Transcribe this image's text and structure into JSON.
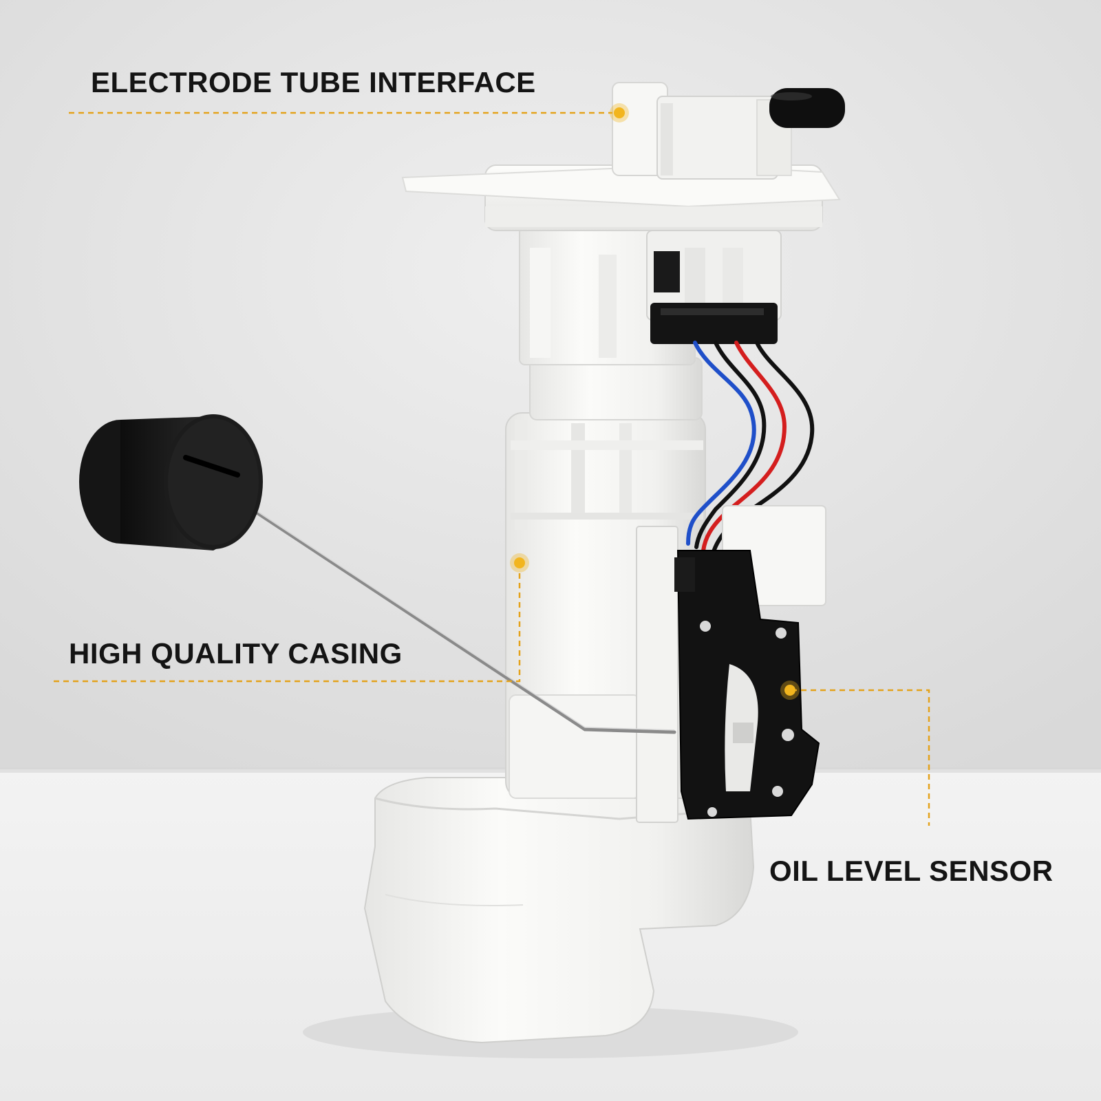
{
  "image": {
    "subject": "fuel pump assembly with float arm",
    "background_color": "#e4e4e4",
    "floor_color": "#efefef",
    "accent_color": "#f2b51e"
  },
  "callouts": {
    "electrode_tube_interface": "ELECTRODE TUBE INTERFACE",
    "high_quality_casing": "HIGH QUALITY CASING",
    "oil_level_sensor": "OIL LEVEL SENSOR"
  },
  "wires": {
    "colors": [
      "#1f4fc9",
      "#111111",
      "#d41e1e",
      "#111111"
    ]
  }
}
